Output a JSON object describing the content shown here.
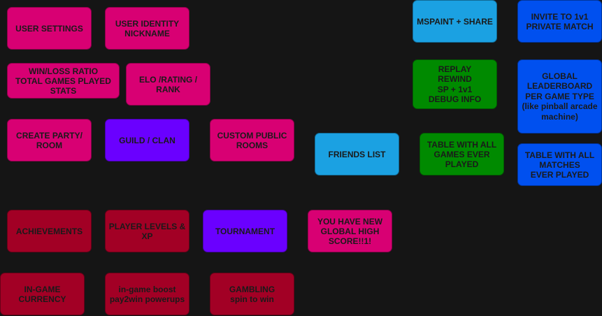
{
  "colors": {
    "background": "#151515",
    "pink": "#d80073",
    "purple": "#6a00ff",
    "dark_red": "#a20025",
    "sky_blue": "#1ba1e2",
    "green": "#008a00",
    "blue": "#0050ef"
  },
  "boxes": {
    "user_settings": {
      "label": "USER SETTINGS",
      "color": "pink"
    },
    "user_identity": {
      "label": "USER IDENTITY\nNICKNAME",
      "color": "pink"
    },
    "win_loss": {
      "label": "WIN/LOSS RATIO\nTOTAL GAMES PLAYED\nSTATS",
      "color": "pink"
    },
    "elo_rating": {
      "label": "ELO /RATING /\nRANK",
      "color": "pink"
    },
    "create_party": {
      "label": "CREATE PARTY/\nROOM",
      "color": "pink"
    },
    "guild_clan": {
      "label": "GUILD / CLAN",
      "color": "purple"
    },
    "custom_public_rooms": {
      "label": "CUSTOM PUBLIC\nROOMS",
      "color": "pink"
    },
    "friends_list": {
      "label": "FRIENDS LIST",
      "color": "sky_blue"
    },
    "mspaint_share": {
      "label": "MSPAINT + SHARE",
      "color": "sky_blue"
    },
    "replay": {
      "label": "REPLAY\nREWIND\nSP + 1v1\nDEBUG INFO",
      "color": "green"
    },
    "table_all_games": {
      "label": "TABLE WITH ALL\nGAMES EVER\nPLAYED",
      "color": "green"
    },
    "invite_1v1": {
      "label": "INVITE TO 1v1\nPRIVATE MATCH",
      "color": "blue"
    },
    "global_leaderboard": {
      "label": "GLOBAL\nLEADERBOARD\nPER GAME TYPE\n(like pinball arcade\nmachine)",
      "color": "blue"
    },
    "table_all_matches": {
      "label": "TABLE WITH ALL\nMATCHES\nEVER PLAYED",
      "color": "blue"
    },
    "achievements": {
      "label": "ACHIEVEMENTS",
      "color": "dark_red"
    },
    "player_levels": {
      "label": "PLAYER LEVELS &\nXP",
      "color": "dark_red"
    },
    "tournament": {
      "label": "TOURNAMENT",
      "color": "purple"
    },
    "new_high_score": {
      "label": "YOU HAVE NEW\nGLOBAL HIGH\nSCORE!!1!",
      "color": "pink"
    },
    "ingame_currency": {
      "label": "IN-GAME\nCURRENCY",
      "color": "dark_red"
    },
    "ingame_boost": {
      "label": "in-game boost\npay2win powerups",
      "color": "dark_red"
    },
    "gambling": {
      "label": "GAMBLING\nspin to win",
      "color": "dark_red"
    }
  }
}
